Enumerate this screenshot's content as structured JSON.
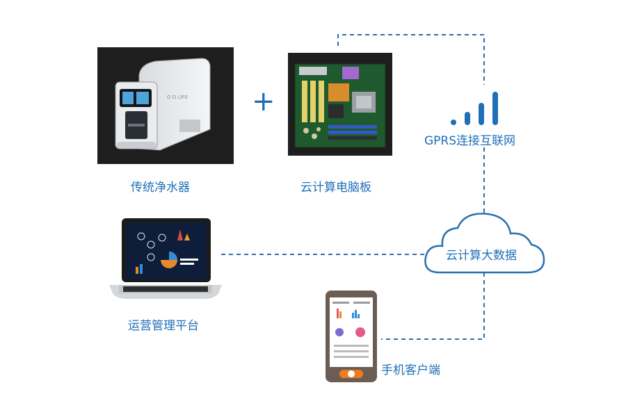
{
  "nodes": {
    "purifier": {
      "label": "传统净水器"
    },
    "board": {
      "label": "云计算电脑板"
    },
    "gprs": {
      "label": "GPRS连接互联网"
    },
    "cloud": {
      "label": "云计算大数据"
    },
    "platform": {
      "label": "运营管理平台"
    },
    "mobile": {
      "label": "手机客户端"
    }
  },
  "plus_symbol": "+",
  "colors": {
    "accent": "#1f6fb8",
    "line": "#2a6fb0",
    "dark_panel": "#1e1e1e",
    "phone_body": "#6b5d54",
    "phone_button": "#f07a1e"
  }
}
